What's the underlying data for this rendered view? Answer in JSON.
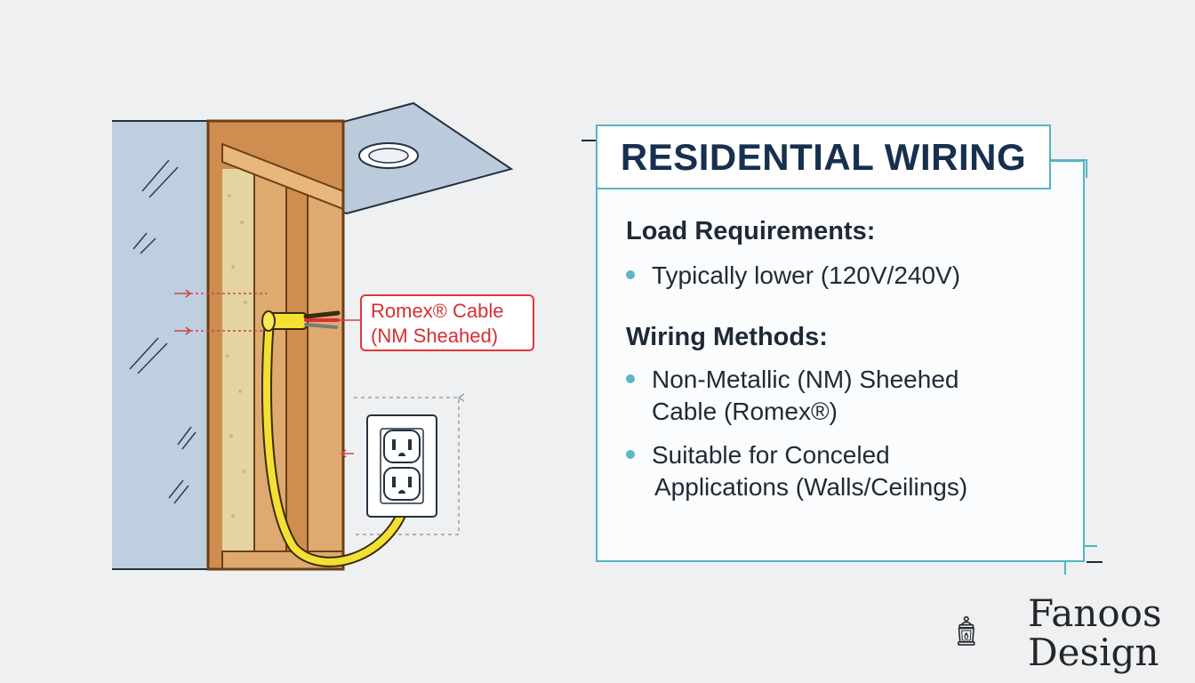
{
  "title": "RESIDENTIAL WIRING",
  "sections": [
    {
      "heading": "Load Requirements:",
      "bullets": [
        {
          "lines": [
            "Typically lower (120V/240V)"
          ]
        }
      ]
    },
    {
      "heading": "Wiring Methods:",
      "bullets": [
        {
          "lines": [
            "Non-Metallic (NM) Sheehed",
            "Cable (Romex®)"
          ]
        },
        {
          "lines": [
            "Suitable for Conceled",
            "Applications (Walls/Ceilings)"
          ]
        }
      ]
    }
  ],
  "callout": {
    "line1": "Romex® Cable",
    "line2": "(NM Sheahed)"
  },
  "brand": {
    "line1": "Fanoos",
    "line2": "Design",
    "icon": "lantern-icon"
  },
  "colors": {
    "accent": "#54b3c4",
    "title": "#17304f",
    "callout": "#e0383a",
    "cable": "#f3e033",
    "wood": "#d9a064",
    "drywall": "#bccbdc"
  }
}
